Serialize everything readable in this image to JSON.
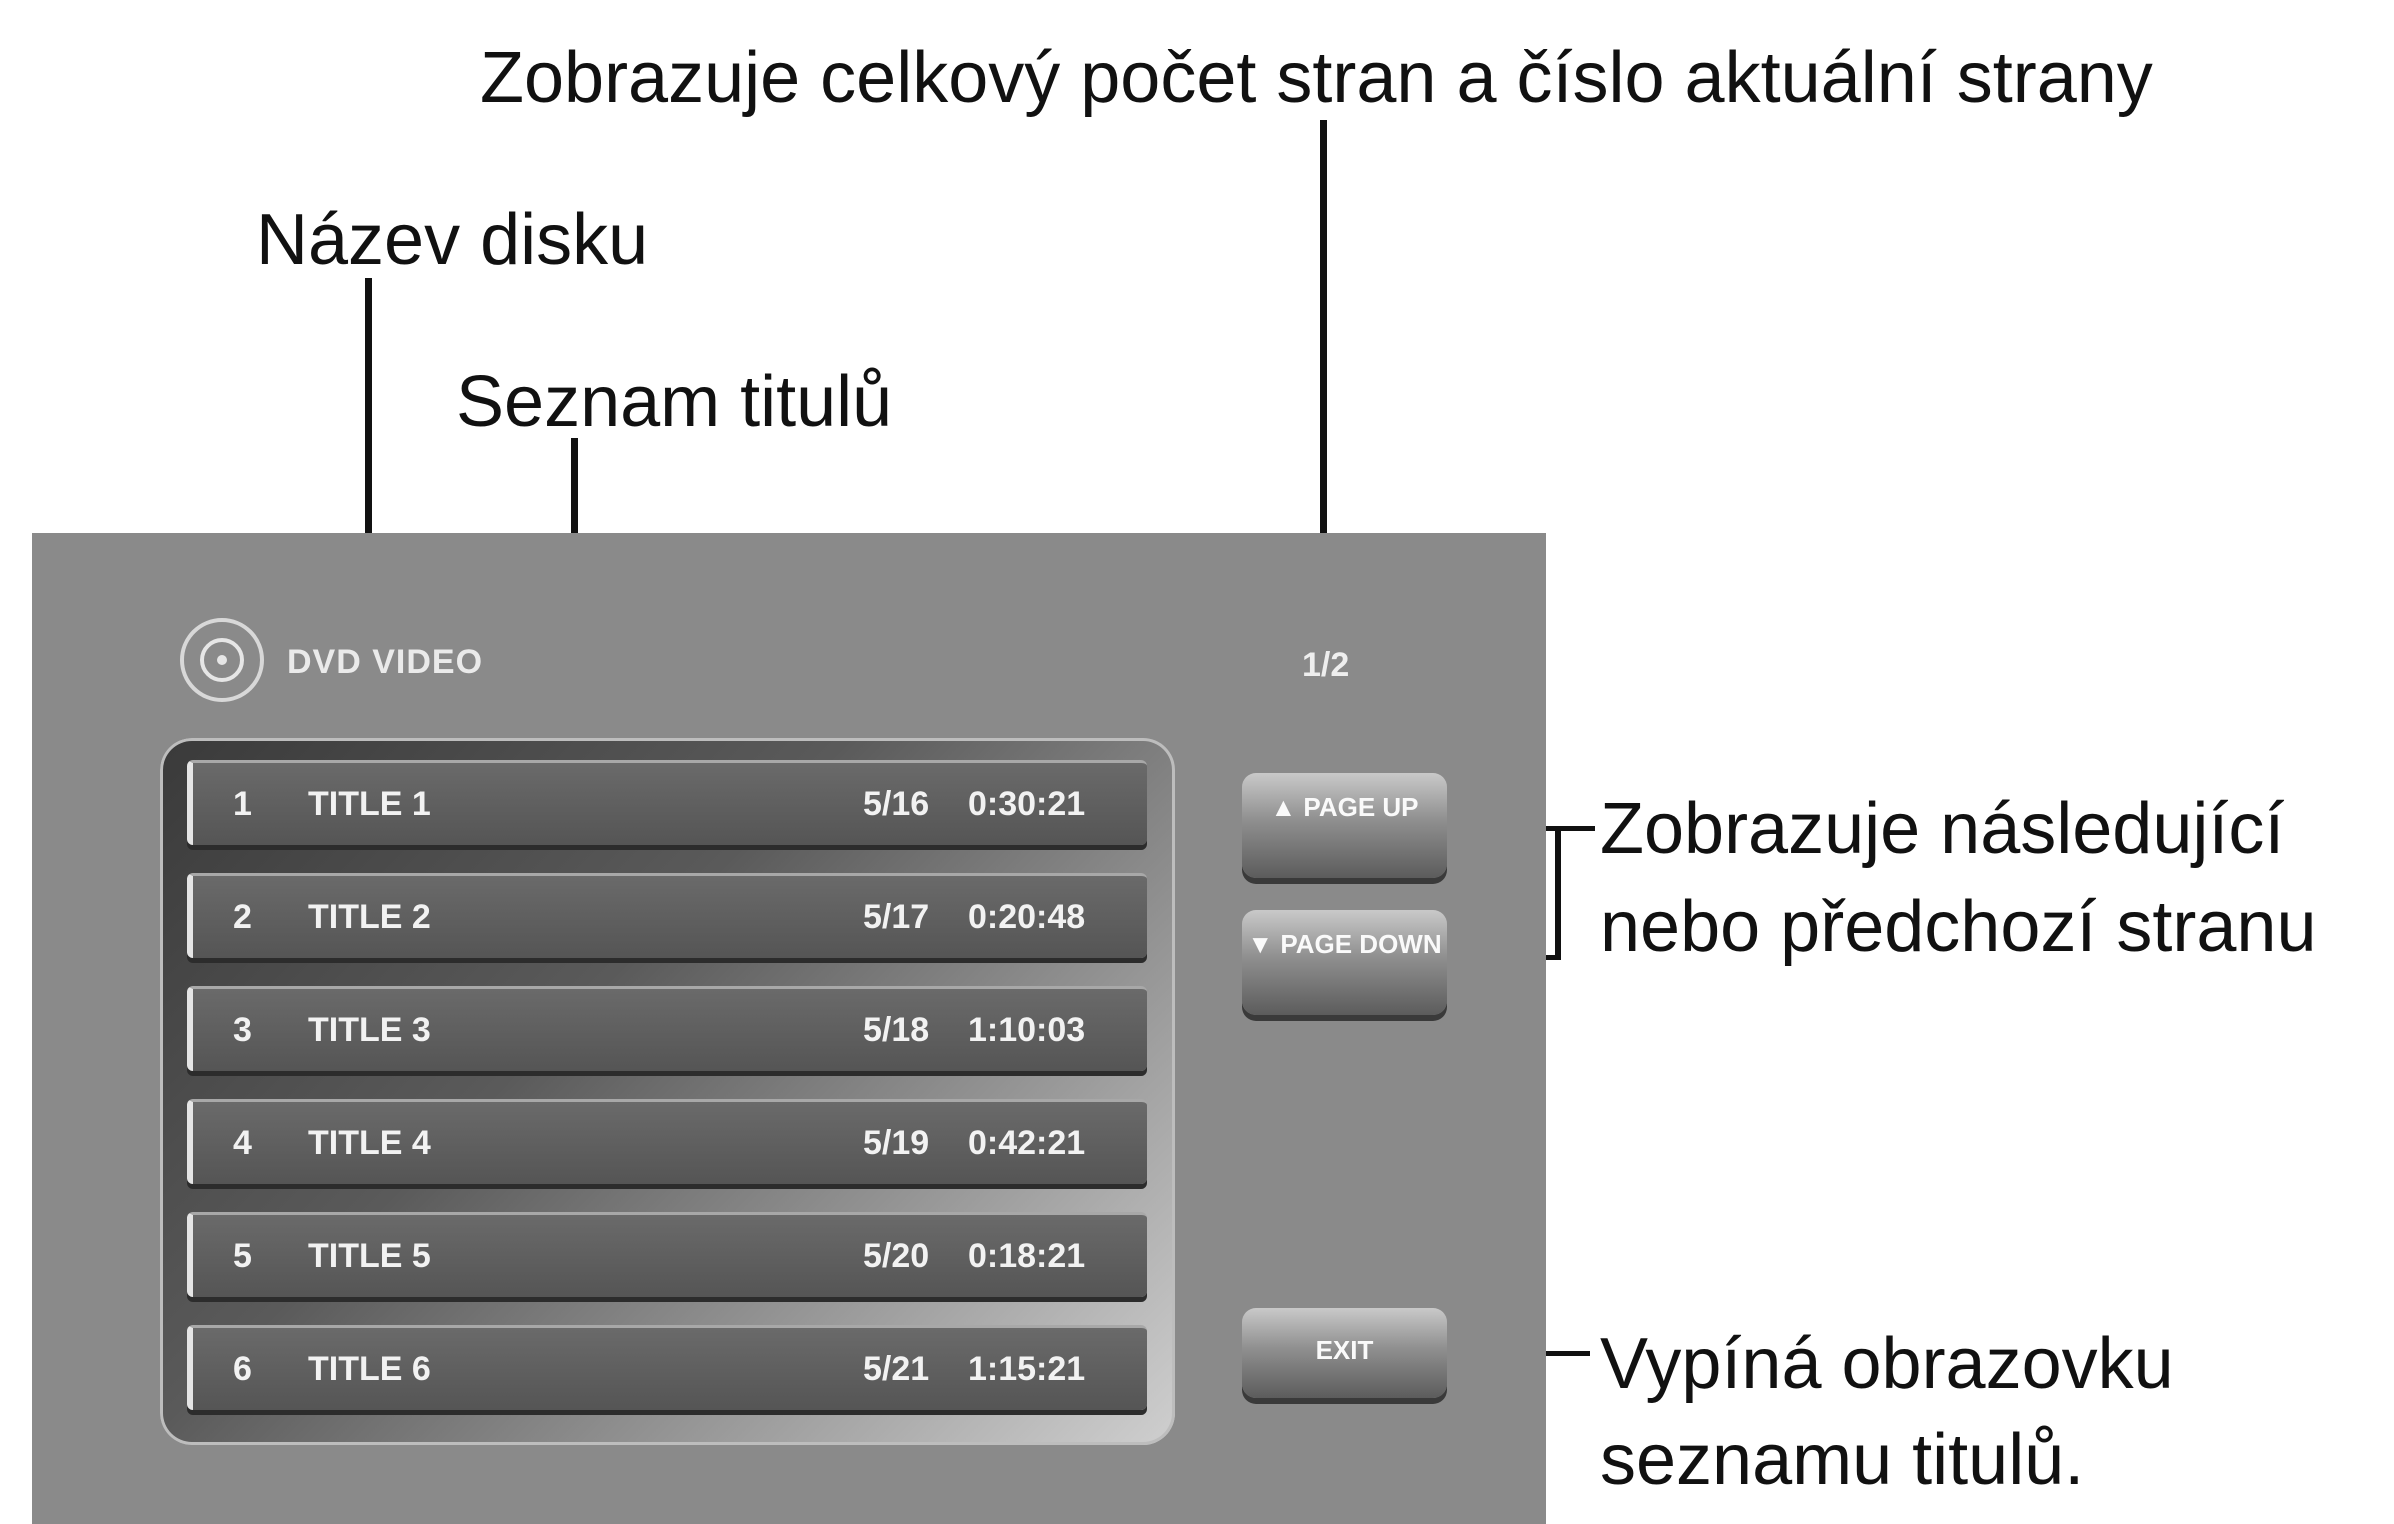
{
  "callouts": {
    "page_info": "Zobrazuje celkový počet stran a číslo aktuální strany",
    "disc_name": "Název disku",
    "title_list": "Seznam titulů",
    "page_nav_line1": "Zobrazuje následující",
    "page_nav_line2": "nebo předchozí stranu",
    "exit_line1": "Vypíná obrazovku",
    "exit_line2": "seznamu titulů."
  },
  "screen": {
    "disc_label": "DVD VIDEO",
    "page_indicator": "1/2",
    "titles": [
      {
        "number": "1",
        "name": "TITLE 1",
        "chapter": "5/16",
        "time": "0:30:21"
      },
      {
        "number": "2",
        "name": "TITLE 2",
        "chapter": "5/17",
        "time": "0:20:48"
      },
      {
        "number": "3",
        "name": "TITLE 3",
        "chapter": "5/18",
        "time": "1:10:03"
      },
      {
        "number": "4",
        "name": "TITLE 4",
        "chapter": "5/19",
        "time": "0:42:21"
      },
      {
        "number": "5",
        "name": "TITLE 5",
        "chapter": "5/20",
        "time": "0:18:21"
      },
      {
        "number": "6",
        "name": "TITLE 6",
        "chapter": "5/21",
        "time": "1:15:21"
      }
    ],
    "buttons": {
      "page_up": "▲ PAGE UP",
      "page_down": "▼ PAGE DOWN",
      "exit": "EXIT"
    }
  }
}
